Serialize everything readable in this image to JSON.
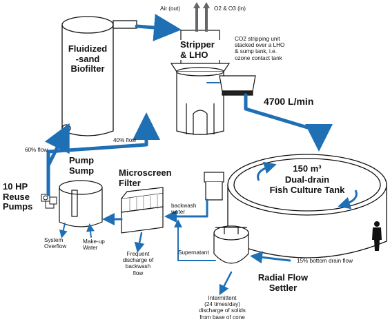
{
  "labels": {
    "air_out": "Air (out)",
    "o2_o3_in": "O2 & O3 (in)",
    "biofilter": "Fluidized\n-sand\nBiofilter",
    "stripper": "Stripper\n& LHO",
    "co2_note": "CO2 stripping unit\nstacked over a LHO\n& sump tank, i.e.\nozone contact tank",
    "flow_rate": "4700 L/min",
    "tank_volume": "150 m³",
    "tank_name": "Dual-drain\nFish Culture Tank",
    "flow_60": "60% flow",
    "flow_40": "40% flow",
    "pump_sump": "Pump\nSump",
    "reuse_pumps": "10 HP\nReuse\nPumps",
    "microscreen": "Microscreen\nFilter",
    "backwash_water": "backwash\nwater",
    "system_overflow": "System\nOverflow",
    "makeup_water": "Make-up\nWater",
    "frequent_discharge": "Frequent\ndischarge of\nbackwash\nflow",
    "supernatant": "Supernatant",
    "bottom_drain": "15% bottom drain flow",
    "radial_settler": "Radial Flow\nSettler",
    "intermittent": "Intermittent\n(24 times/day)\ndischarge of  solids\nfrom base of cone"
  },
  "colors": {
    "pipe_blue": "#1f6fb4",
    "line": "#111111",
    "person": "#111111"
  }
}
